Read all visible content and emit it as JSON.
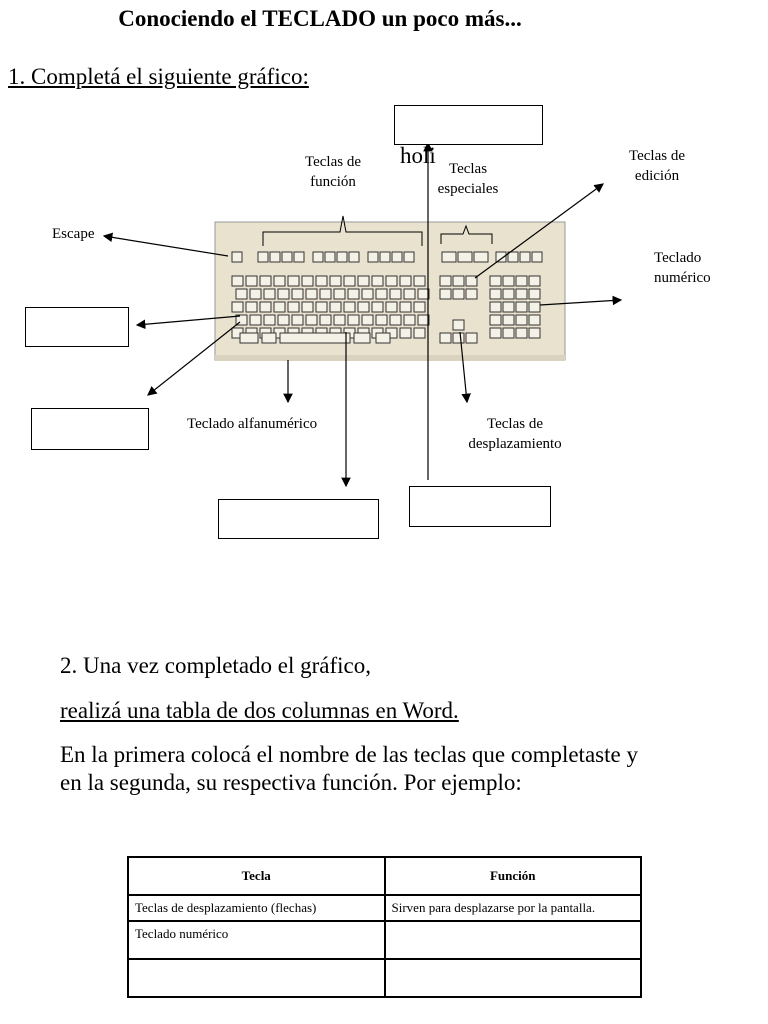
{
  "title": "Conociendo el TECLADO un poco más...",
  "q1": "1. Completá el siguiente gráfico:",
  "labels": {
    "funcion_1": "Teclas de",
    "funcion_2": "función",
    "holi": "holi",
    "especiales_1": "Teclas",
    "especiales_2": "especiales",
    "edicion_1": "Teclas de",
    "edicion_2": "edición",
    "escape": "Escape",
    "numerico_1": "Teclado",
    "numerico_2": "numérico",
    "alfanumerico": "Teclado alfanumérico",
    "desplaz_1": "Teclas de",
    "desplaz_2": "desplazamiento"
  },
  "q2": {
    "line1": "2. Una vez completado el gráfico,",
    "line2": "realizá una tabla de dos columnas en Word.",
    "line3": "En la primera colocá el nombre de las teclas que completaste y",
    "line4": "en la segunda, su respectiva función. Por ejemplo:"
  },
  "table": {
    "headers": [
      "Tecla",
      "Función"
    ],
    "rows": [
      [
        "Teclas de desplazamiento (flechas)",
        "Sirven para desplazarse por la pantalla."
      ],
      [
        "Teclado numérico",
        ""
      ],
      [
        "",
        ""
      ]
    ]
  },
  "colors": {
    "keyboard_body": "#e8e2cf",
    "key": "#f4f1e6",
    "key_border": "#333333"
  }
}
